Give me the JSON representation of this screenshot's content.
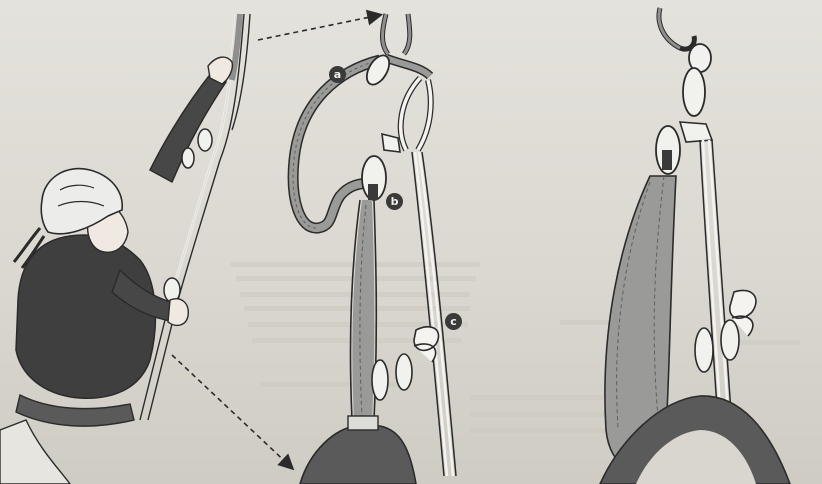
{
  "figure": {
    "callouts": [
      {
        "id": "a",
        "text": "a"
      },
      {
        "id": "b",
        "text": "b"
      },
      {
        "id": "c",
        "text": "c"
      }
    ],
    "colors": {
      "page": "#dedbd4",
      "sling": "#9a9a98",
      "sling_dark": "#6f6f6d",
      "rope": "#f4f3ef",
      "metal": "#f1f1ee",
      "outline": "#2b2b2b",
      "jacket": "#3e3e3e",
      "helmet": "#ededeb",
      "skin": "#efe9e2"
    },
    "panels": [
      "climber-reaching",
      "anchor-detail-labeled",
      "anchor-detail-final"
    ]
  }
}
